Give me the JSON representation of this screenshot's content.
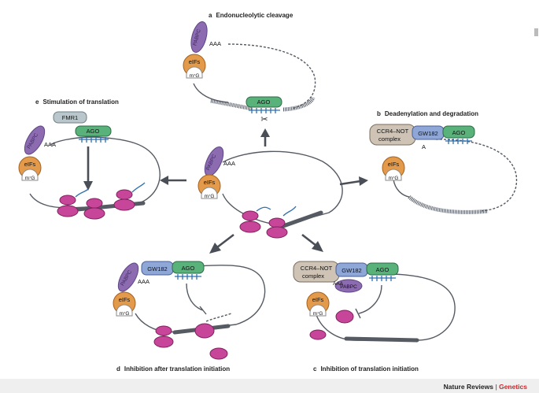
{
  "panels": {
    "a": {
      "letter": "a",
      "title": "Endonucleolytic cleavage"
    },
    "b": {
      "letter": "b",
      "title": "Deadenylation and degradation"
    },
    "c": {
      "letter": "c",
      "title": "Inhibition of translation initiation"
    },
    "d": {
      "letter": "d",
      "title": "Inhibition after translation initiation"
    },
    "e": {
      "letter": "e",
      "title": "Stimulation of translation"
    }
  },
  "labels": {
    "ago": "AGO",
    "gw182": "GW182",
    "eifs": "eIFs",
    "cap": "m⁷G",
    "pabpc": "PABPC",
    "poly_a": "AAA",
    "single_a": "A",
    "fmr1": "FMR1",
    "ccr4_line1": "CCR4–NOT",
    "ccr4_line2": "complex"
  },
  "footer": {
    "journal": "Nature Reviews",
    "separator": " | ",
    "section": "Genetics"
  },
  "colors": {
    "ago": "#58b27a",
    "gw182": "#8fa7d6",
    "eifs": "#e39a4a",
    "pabpc": "#8c6bb1",
    "ribosome": "#c7469a",
    "ccr4_not": "#cfc3b5",
    "fmr1": "#b9c7cc",
    "genetics_red": "#d2232a"
  }
}
